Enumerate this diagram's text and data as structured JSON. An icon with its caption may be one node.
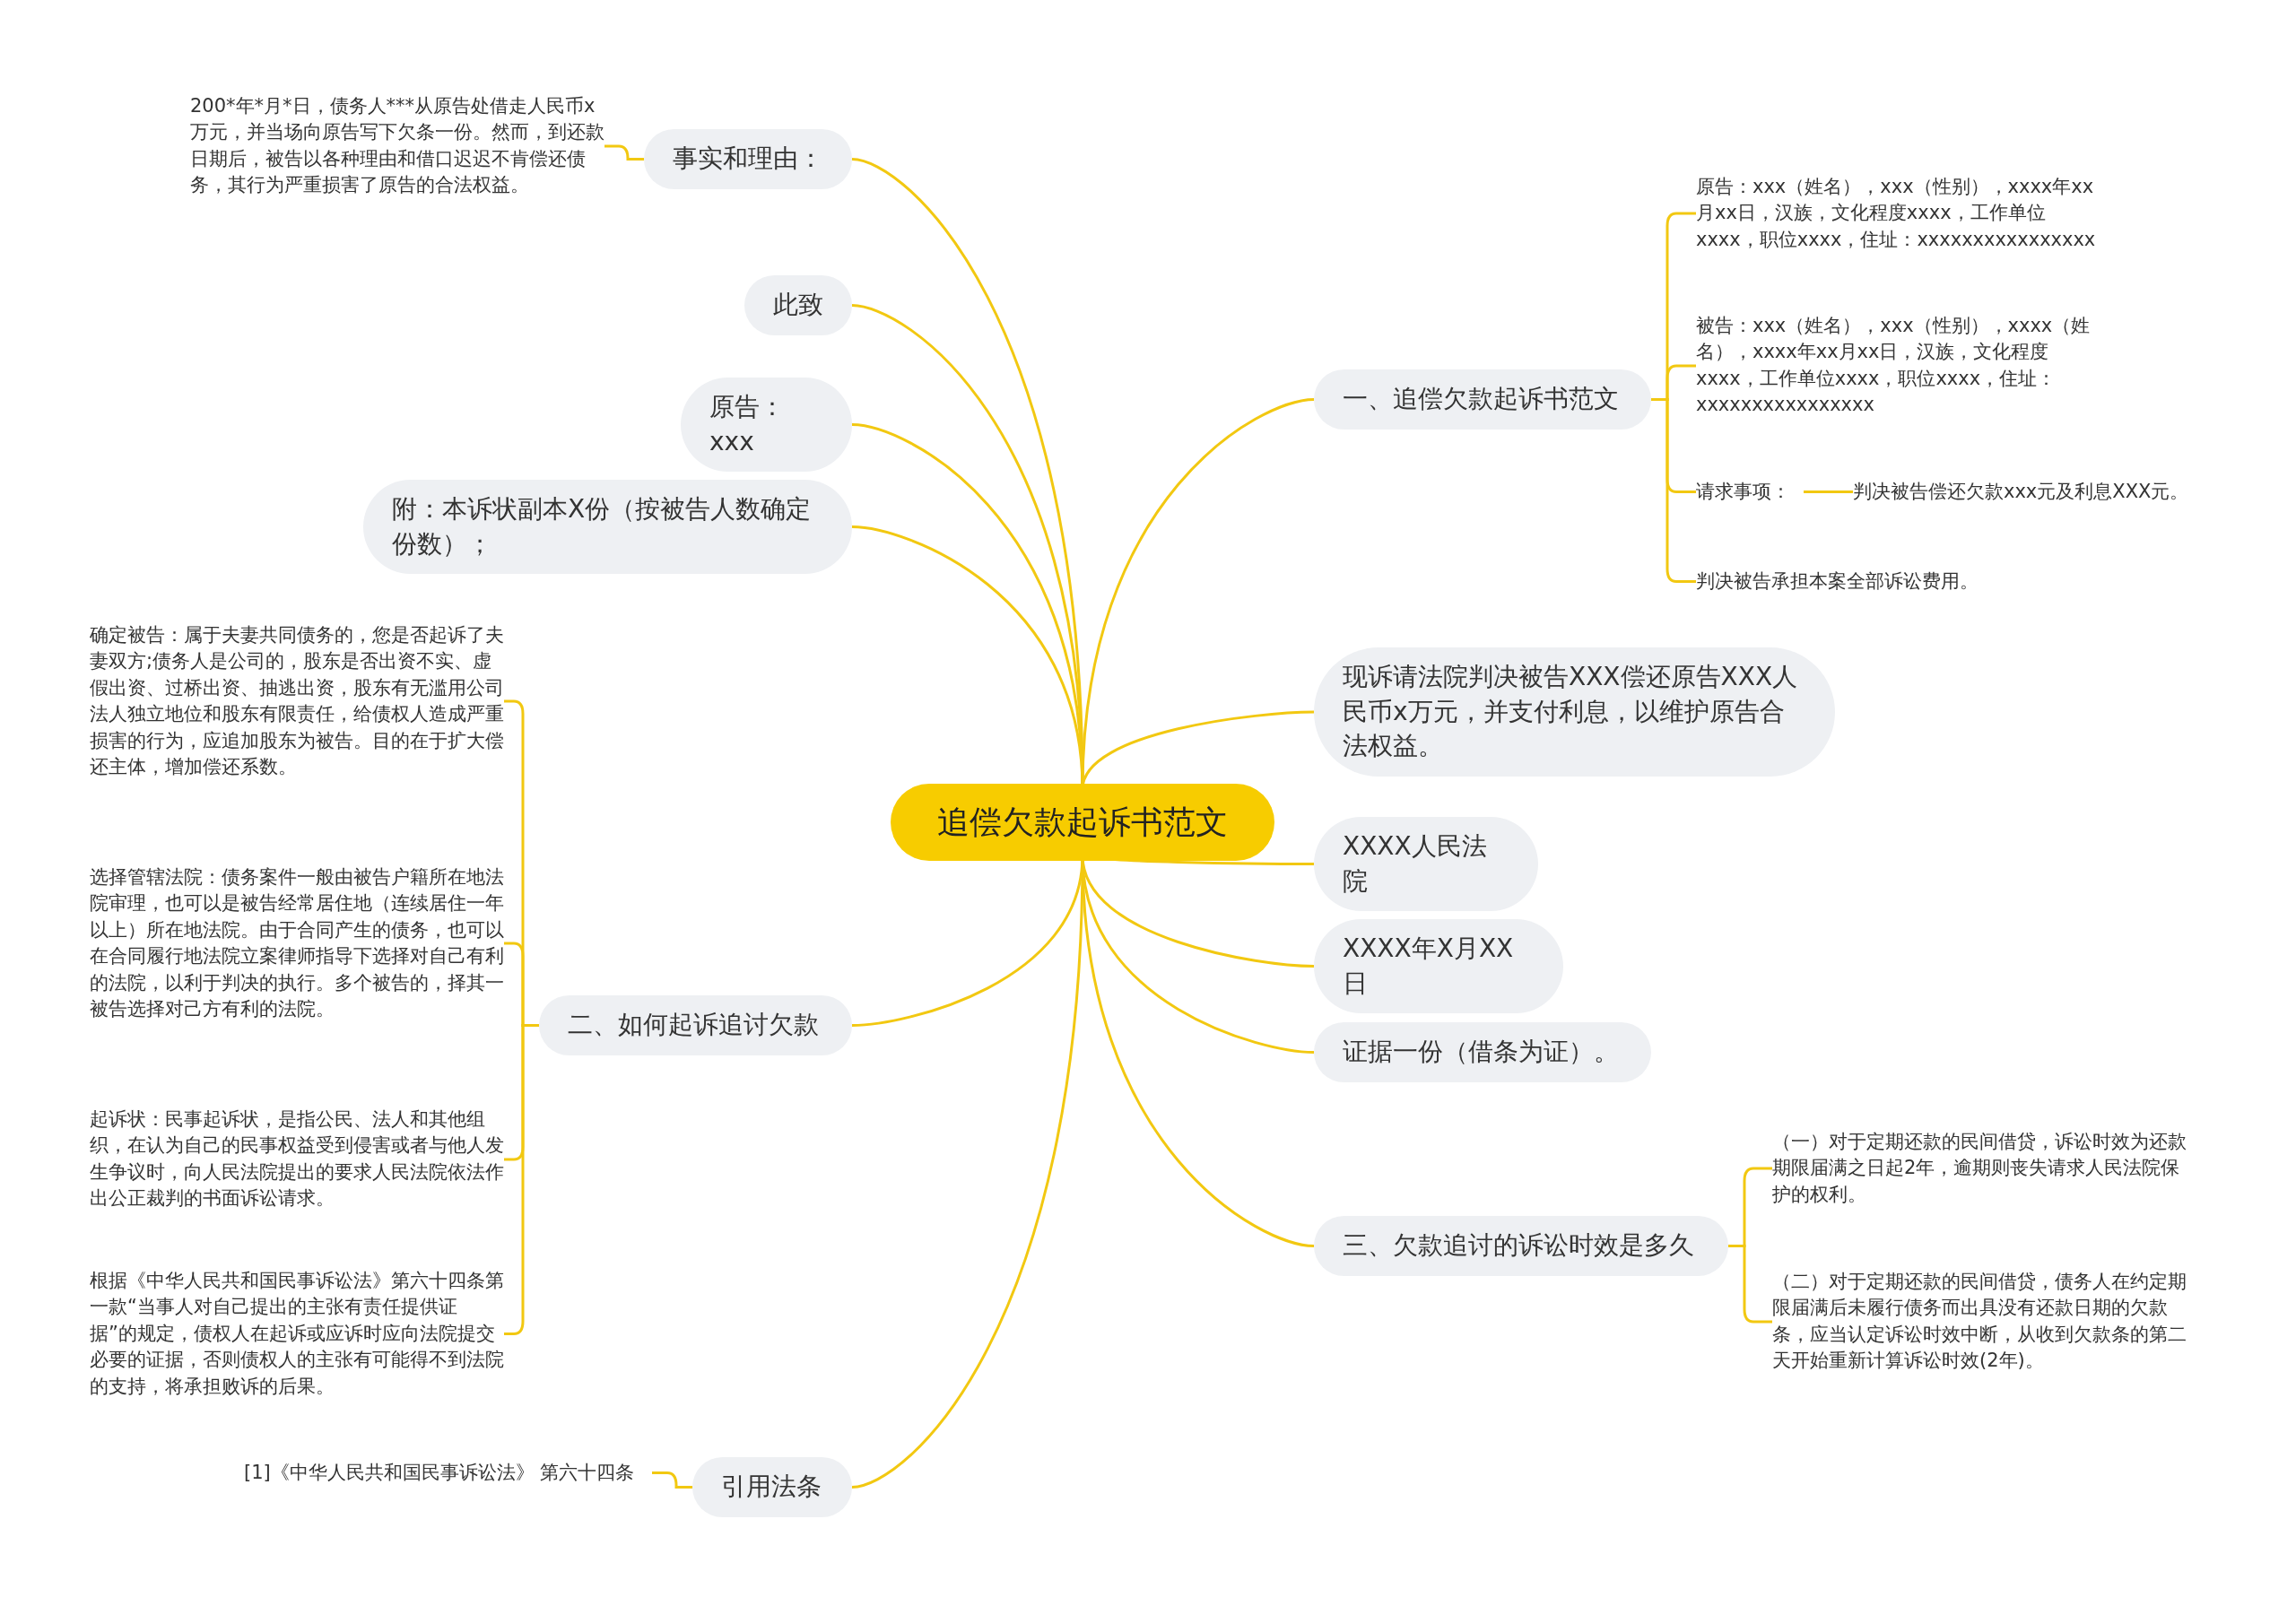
{
  "diagram": {
    "nodes": [
      {
        "text": [
          "追偿欠款起诉书范文"
        ]
      },
      {
        "text": [
          "事实和理由："
        ]
      },
      {
        "text": [
          "200*年*月*日，债务人***从原告处借走人民币x万元，并当场向原告写下欠条一份。然而，到还款日期后，被告以各种理由和借口迟迟不肯偿还债务，其行为严重损害了原告的合法权益。"
        ]
      },
      {
        "text": [
          "此致"
        ]
      },
      {
        "text": [
          "原告：xxx"
        ]
      },
      {
        "text": [
          "附：本诉状副本X份（按被告人数确定份数）；"
        ]
      },
      {
        "text": [
          "二、如何起诉追讨欠款"
        ]
      },
      {
        "text": [
          "确定被告：属于夫妻共同债务的，您是否起诉了夫妻双方;债务人是公司的，股东是否出资不实、虚假出资、过桥出资、抽逃出资，股东有无滥用公司法人独立地位和股东有限责任，给债权人造成严重损害的行为，应追加股东为被告。目的在于扩大偿还主体，增加偿还系数。"
        ]
      },
      {
        "text": [
          "选择管辖法院：债务案件一般由被告户籍所在地法院审理，也可以是被告经常居住地（连续居住一年以上）所在地法院。由于合同产生的债务，也可以在合同履行地法院立案律师指导下选择对自己有利的法院，以利于判决的执行。多个被告的，择其一被告选择对己方有利的法院。"
        ]
      },
      {
        "text": [
          "起诉状：民事起诉状，是指公民、法人和其他组织，在认为自己的民事权益受到侵害或者与他人发生争议时，向人民法院提出的要求人民法院依法作出公正裁判的书面诉讼请求。"
        ]
      },
      {
        "text": [
          "根据《中华人民共和国民事诉讼法》第六十四条第一款“当事人对自己提出的主张有责任提供证据”的规定，债权人在起诉或应诉时应向法院提交必要的证据，否则债权人的主张有可能得不到法院的支持，将承担败诉的后果。"
        ]
      },
      {
        "text": [
          "引用法条"
        ]
      },
      {
        "text": [
          "[1]《中华人民共和国民事诉讼法》 第六十四条"
        ]
      },
      {
        "text": [
          "一、追偿欠款起诉书范文"
        ]
      },
      {
        "text": [
          "原告：xxx（姓名），xxx（性别），xxxx年xx月xx日，汉族，文化程度xxxx，工作单位xxxx，职位xxxx，住址：xxxxxxxxxxxxxxxx"
        ]
      },
      {
        "text": [
          "被告：xxx（姓名），xxx（性别），xxxx（姓名），xxxx年xx月xx日，汉族，文化程度xxxx，工作单位xxxx，职位xxxx，住址：xxxxxxxxxxxxxxxx"
        ]
      },
      {
        "text": [
          "请求事项："
        ]
      },
      {
        "text": [
          "判决被告偿还欠款xxx元及利息XXX元。"
        ]
      },
      {
        "text": [
          "判决被告承担本案全部诉讼费用。"
        ]
      },
      {
        "text": [
          "现诉请法院判决被告XXX偿还原告XXX人民币x万元，并支付利息，以维护原告合法权益。"
        ]
      },
      {
        "text": [
          "XXXX人民法院"
        ]
      },
      {
        "text": [
          "XXXX年X月XX日"
        ]
      },
      {
        "text": [
          "证据一份（借条为证）。"
        ]
      },
      {
        "text": [
          "三、欠款追讨的诉讼时效是多久"
        ]
      },
      {
        "text": [
          "（一）对于定期还款的民间借贷，诉讼时效为还款期限届满之日起2年，逾期则丧失请求人民法院保护的权利。"
        ]
      },
      {
        "text": [
          "（二）对于定期还款的民间借贷，债务人在约定期限届满后未履行债务而出具没有还款日期的欠款条，应当认定诉讼时效中断，从收到欠款条的第二天开始重新计算诉讼时效(2年)。"
        ]
      }
    ],
    "edges": [
      {
        "from": 0,
        "to": 1,
        "arrow": "none"
      },
      {
        "from": 1,
        "to": 2,
        "arrow": "none"
      },
      {
        "from": 0,
        "to": 3,
        "arrow": "none"
      },
      {
        "from": 0,
        "to": 4,
        "arrow": "none"
      },
      {
        "from": 0,
        "to": 5,
        "arrow": "none"
      },
      {
        "from": 0,
        "to": 6,
        "arrow": "none"
      },
      {
        "from": 6,
        "to": 7,
        "arrow": "none"
      },
      {
        "from": 6,
        "to": 8,
        "arrow": "none"
      },
      {
        "from": 6,
        "to": 9,
        "arrow": "none"
      },
      {
        "from": 6,
        "to": 10,
        "arrow": "none"
      },
      {
        "from": 0,
        "to": 11,
        "arrow": "none"
      },
      {
        "from": 11,
        "to": 12,
        "arrow": "none"
      },
      {
        "from": 0,
        "to": 13,
        "arrow": "none"
      },
      {
        "from": 13,
        "to": 14,
        "arrow": "none"
      },
      {
        "from": 13,
        "to": 15,
        "arrow": "none"
      },
      {
        "from": 13,
        "to": 16,
        "arrow": "none"
      },
      {
        "from": 16,
        "to": 17,
        "arrow": "none"
      },
      {
        "from": 13,
        "to": 18,
        "arrow": "none"
      },
      {
        "from": 0,
        "to": 19,
        "arrow": "none"
      },
      {
        "from": 0,
        "to": 20,
        "arrow": "none"
      },
      {
        "from": 0,
        "to": 21,
        "arrow": "none"
      },
      {
        "from": 0,
        "to": 22,
        "arrow": "none"
      },
      {
        "from": 0,
        "to": 23,
        "arrow": "none"
      },
      {
        "from": 23,
        "to": 24,
        "arrow": "none"
      },
      {
        "from": 23,
        "to": 25,
        "arrow": "none"
      }
    ]
  }
}
